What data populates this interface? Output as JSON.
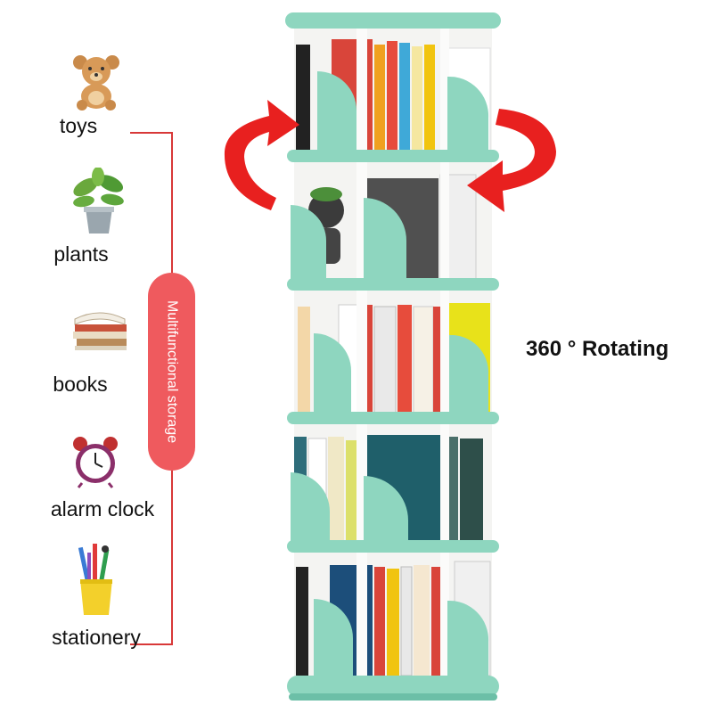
{
  "categories": [
    {
      "label": "toys",
      "icon": "teddy-bear-icon"
    },
    {
      "label": "plants",
      "icon": "potted-plant-icon"
    },
    {
      "label": "books",
      "icon": "books-stack-icon"
    },
    {
      "label": "alarm clock",
      "icon": "alarm-clock-icon"
    },
    {
      "label": "stationery",
      "icon": "pen-holder-icon"
    }
  ],
  "badge": {
    "text": "Multifunctional storage"
  },
  "feature": {
    "text": "360 ° Rotating"
  },
  "colors": {
    "shelf": "#8ed6bf",
    "shelf_dark": "#6cbfa7",
    "accent": "#ef5a5e",
    "arrow": "#e8201f"
  }
}
